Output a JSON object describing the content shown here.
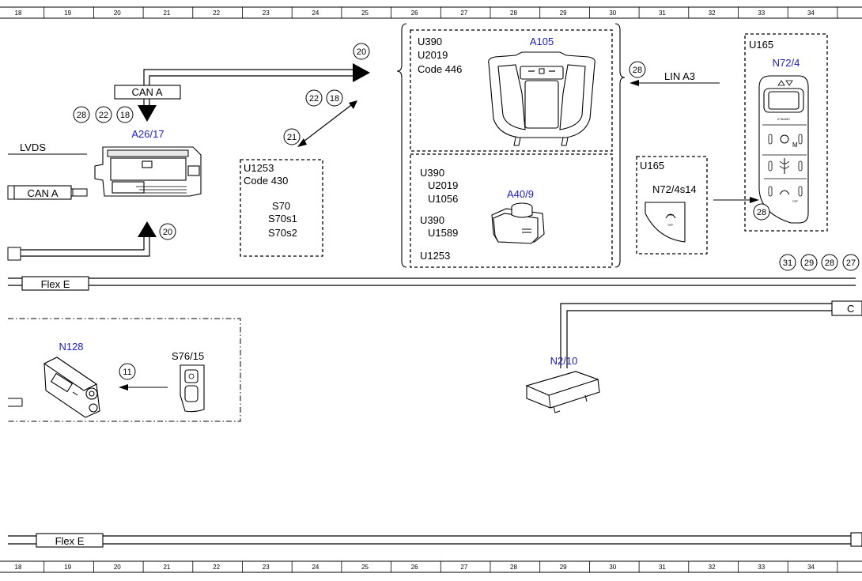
{
  "ruler": {
    "numbers": [
      "18",
      "19",
      "20",
      "21",
      "22",
      "23",
      "24",
      "25",
      "26",
      "27",
      "28",
      "29",
      "30",
      "31",
      "32",
      "33",
      "34"
    ]
  },
  "harness": {
    "top_label": "Flex E",
    "bottom_label": "Flex E",
    "right_cut_label": "C"
  },
  "wires": {
    "can_a_top": "CAN A",
    "can_a_left": "CAN A",
    "lvds": "LVDS",
    "lin_a3": "LIN A3"
  },
  "circles": {
    "c20_top": "20",
    "c28_a": "28",
    "c22_a": "22",
    "c18_a": "18",
    "c22_b": "22",
    "c18_b": "18",
    "c21": "21",
    "c20_mid": "20",
    "c28_lin": "28",
    "c28_n72": "28",
    "c11": "11",
    "c31_r": "31",
    "c29_r": "29",
    "c28_r": "28",
    "c27_r": "27"
  },
  "components": {
    "a26_17": {
      "label": "A26/17"
    },
    "a105": {
      "label": "A105",
      "codes": [
        "U390",
        "U2019",
        "Code 446"
      ]
    },
    "a40_9": {
      "label": "A40/9",
      "codes": [
        "U390",
        "U2019",
        "U1056",
        "U390",
        "U1589",
        "U1253"
      ]
    },
    "u1253_box": {
      "codes": [
        "U1253",
        "Code 430"
      ],
      "switches": [
        "S70",
        "S70s1",
        "S70s2"
      ]
    },
    "n72_4": {
      "label": "N72/4",
      "code": "U165",
      "dynamic_text": "DYNAMIC",
      "off_text": "OFF",
      "m_text": "M"
    },
    "n72_4s14": {
      "label": "N72/4s14",
      "code": "U165",
      "off_text": "OFF"
    },
    "n128": {
      "label": "N128"
    },
    "s76_15": {
      "label": "S76/15"
    },
    "n2_10": {
      "label": "N2/10"
    }
  }
}
